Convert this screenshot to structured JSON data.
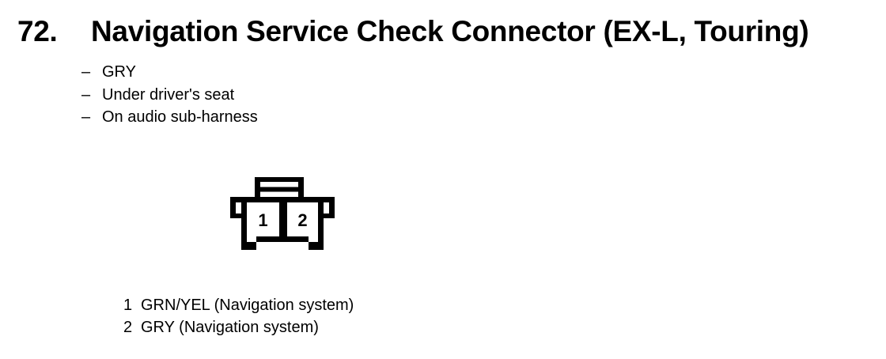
{
  "page": {
    "background_color": "#ffffff",
    "ink_color": "#000000"
  },
  "heading": {
    "number": "72.",
    "title": "Navigation Service Check Connector (EX-L, Touring)"
  },
  "details": {
    "marker": "–",
    "items": [
      "GRY",
      "Under driver's seat",
      "On audio sub-harness"
    ]
  },
  "diagram": {
    "type": "connector-face-view",
    "cavity_labels": [
      "1",
      "2"
    ]
  },
  "pins": [
    {
      "num": "1",
      "label": "GRN/YEL (Navigation system)"
    },
    {
      "num": "2",
      "label": "GRY (Navigation system)"
    }
  ]
}
